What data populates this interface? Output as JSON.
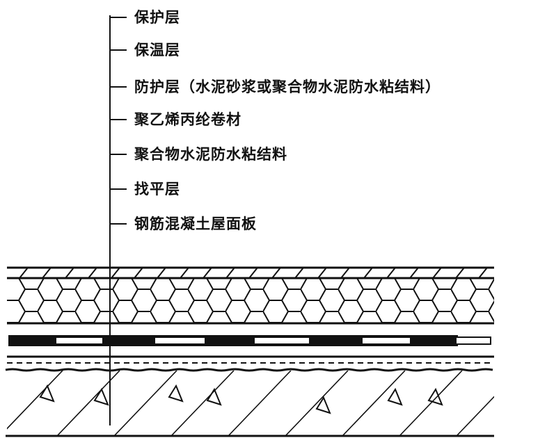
{
  "title": "屋面构造层次示意图",
  "labels": [
    "保护层",
    "保温层",
    "防护层（水泥砂浆或聚合物水泥防水粘结料）",
    "聚乙烯丙纶卷材",
    "聚合物水泥防水粘结料",
    "找平层",
    "钢筋混凝土屋面板"
  ],
  "colors": {
    "line": "#111111",
    "background": "#ffffff"
  }
}
